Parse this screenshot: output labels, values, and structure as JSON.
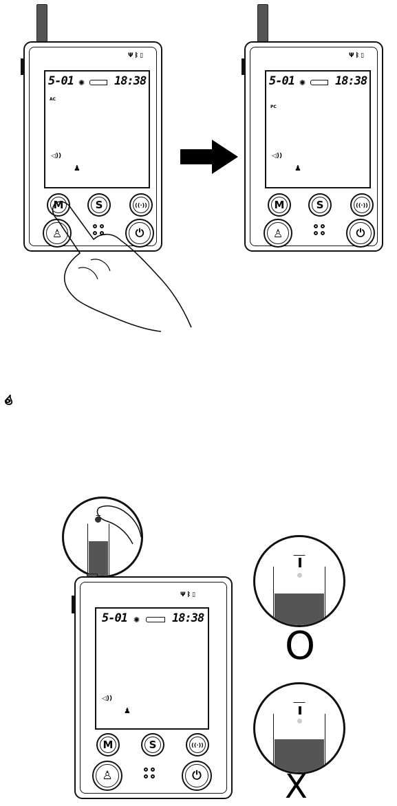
{
  "devices": {
    "device_1": {
      "time": "18:38",
      "code": "5-01",
      "mode": "AC"
    },
    "device_2": {
      "time": "18:38",
      "code": "5-01",
      "mode": "PC"
    },
    "device_3": {
      "time": "18:38",
      "code": "5-01",
      "mode": ""
    }
  },
  "buttons": {
    "memory": "M",
    "set": "S"
  },
  "check": {
    "correct": "O",
    "incorrect": "X"
  },
  "icons": [
    "signal-icon",
    "bluetooth-icon",
    "battery-icon",
    "blood-drop-icon",
    "strip-icon",
    "speaker-icon",
    "person-icon",
    "power-icon",
    "wireless-icon",
    "arrow-right-icon",
    "hand-icon"
  ]
}
